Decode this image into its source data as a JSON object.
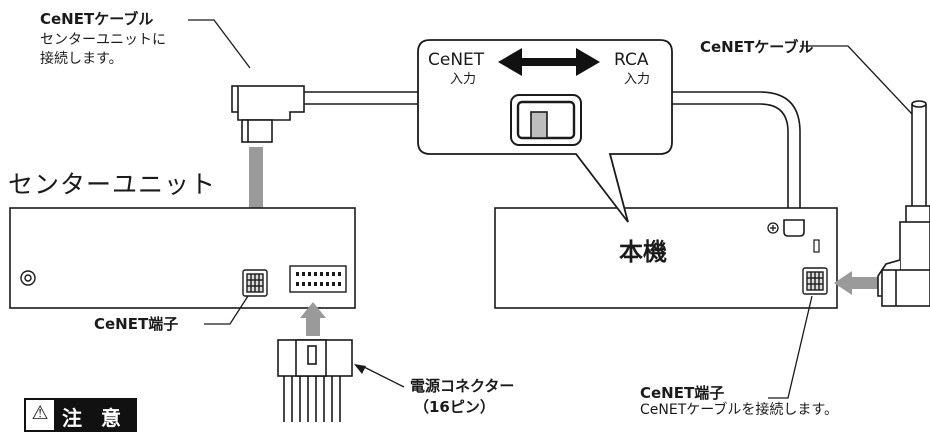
{
  "center_unit": {
    "title": "センターユニット",
    "cable_label": "CeNETケーブル",
    "cable_note_line1": "センターユニットに",
    "cable_note_line2": "接続します。",
    "terminal_label": "CeNET端子",
    "power_connector_label": "電源コネクター",
    "power_connector_pins": "（16ピン）"
  },
  "main_unit": {
    "title": "本機",
    "cable_label": "CeNETケーブル",
    "terminal_label": "CeNET端子",
    "terminal_note": "CeNETケーブルを接続します。"
  },
  "switch_callout": {
    "left_label": "CeNET",
    "left_sub": "入力",
    "right_label": "RCA",
    "right_sub": "入力"
  },
  "caution": {
    "label": "注 意"
  },
  "colors": {
    "line": "#1a1a1a",
    "arrow_gray": "#9a9a9a",
    "switch_knob": "#bdbdbd"
  }
}
